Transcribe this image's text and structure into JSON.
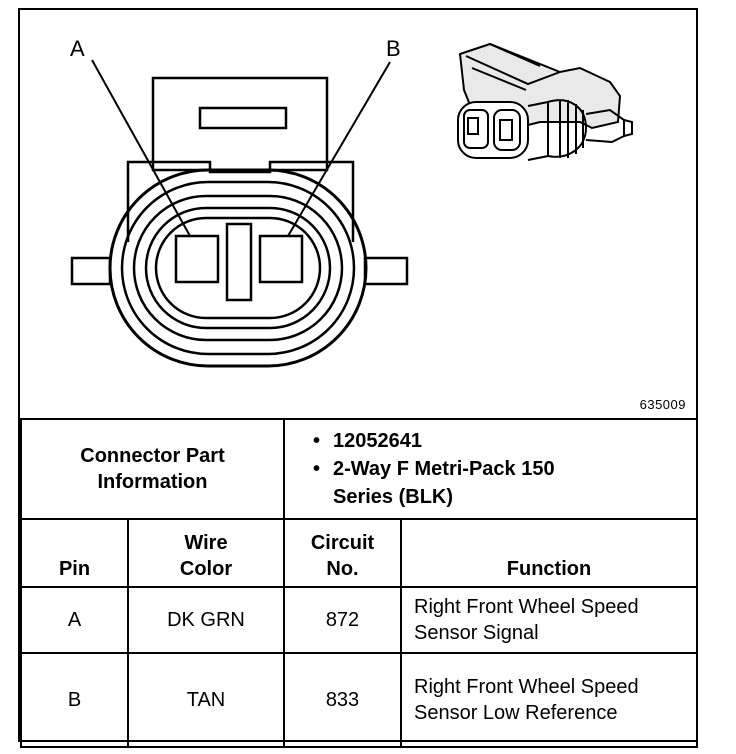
{
  "diagram": {
    "figure_id": "635009",
    "pin_labels": [
      "A",
      "B"
    ]
  },
  "connector_info": {
    "label": "Connector Part Information",
    "items": [
      "12052641",
      "2-Way F Metri-Pack 150 Series (BLK)"
    ]
  },
  "table": {
    "headers": [
      "Pin",
      "Wire Color",
      "Circuit No.",
      "Function"
    ],
    "rows": [
      {
        "pin": "A",
        "wire_color": "DK GRN",
        "circuit": "872",
        "function": "Right Front Wheel Speed Sensor Signal"
      },
      {
        "pin": "B",
        "wire_color": "TAN",
        "circuit": "833",
        "function": "Right Front Wheel Speed Sensor Low Reference"
      }
    ]
  }
}
